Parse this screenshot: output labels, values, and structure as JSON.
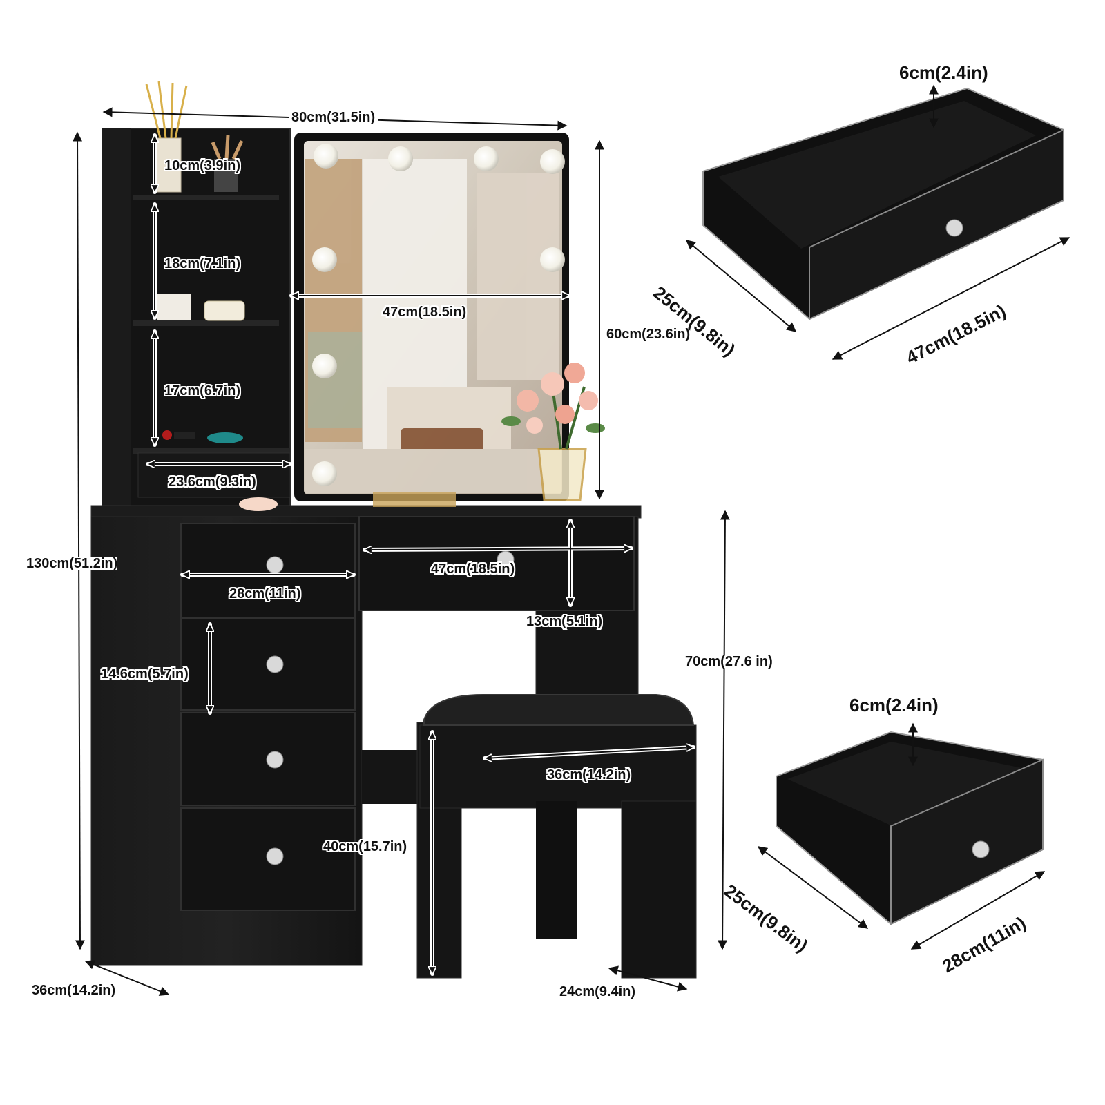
{
  "dimensions": {
    "overall_width": "80cm(31.5in)",
    "overall_height": "130cm(51.2in)",
    "overall_depth": "36cm(14.2in)",
    "mirror_height": "60cm(23.6in)",
    "mirror_width": "47cm(18.5in)",
    "shelf_top": "10cm(3.9in)",
    "shelf_middle": "18cm(7.1in)",
    "shelf_bottom": "17cm(6.7in)",
    "shelf_width": "23.6cm(9.3in)",
    "small_drawer_width": "28cm(11in)",
    "large_drawer_width": "47cm(18.5in)",
    "large_drawer_height": "13cm(5.1in)",
    "drawer_height": "14.6cm(5.7in)",
    "table_height": "70cm(27.6 in)",
    "stool_width": "36cm(14.2in)",
    "stool_height": "40cm(15.7in)",
    "stool_depth": "24cm(9.4in)"
  },
  "large_drawer_detail": {
    "height": "6cm(2.4in)",
    "depth": "25cm(9.8in)",
    "width": "47cm(18.5in)"
  },
  "small_drawer_detail": {
    "height": "6cm(2.4in)",
    "depth": "25cm(9.8in)",
    "width": "28cm(11in)"
  },
  "colors": {
    "furniture": "#121212",
    "furniture_edge": "#2a2a2a",
    "mirror_glass": "#cfc8c0",
    "bulb": "#fbfbf6",
    "knob": "#d9d9d9",
    "arrow": "#111111",
    "label_halo": "#ffffff"
  },
  "icons": [
    "crystal-knob-icon",
    "vanity-bulb-icon",
    "flower-vase-icon"
  ]
}
